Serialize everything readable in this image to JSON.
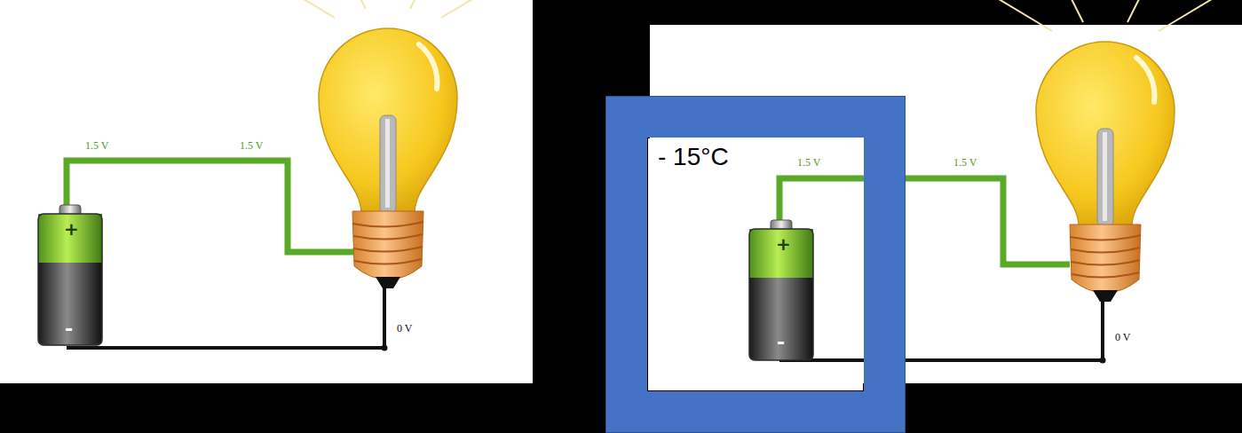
{
  "diagram": {
    "nodes": [
      {
        "text": [
          "- 15°C"
        ]
      }
    ],
    "labels": [
      "1.5 V",
      "1.5 V",
      "+",
      "-",
      "0 V",
      "1.5 V",
      "1.5 V",
      "+",
      "-",
      "0 V"
    ]
  }
}
